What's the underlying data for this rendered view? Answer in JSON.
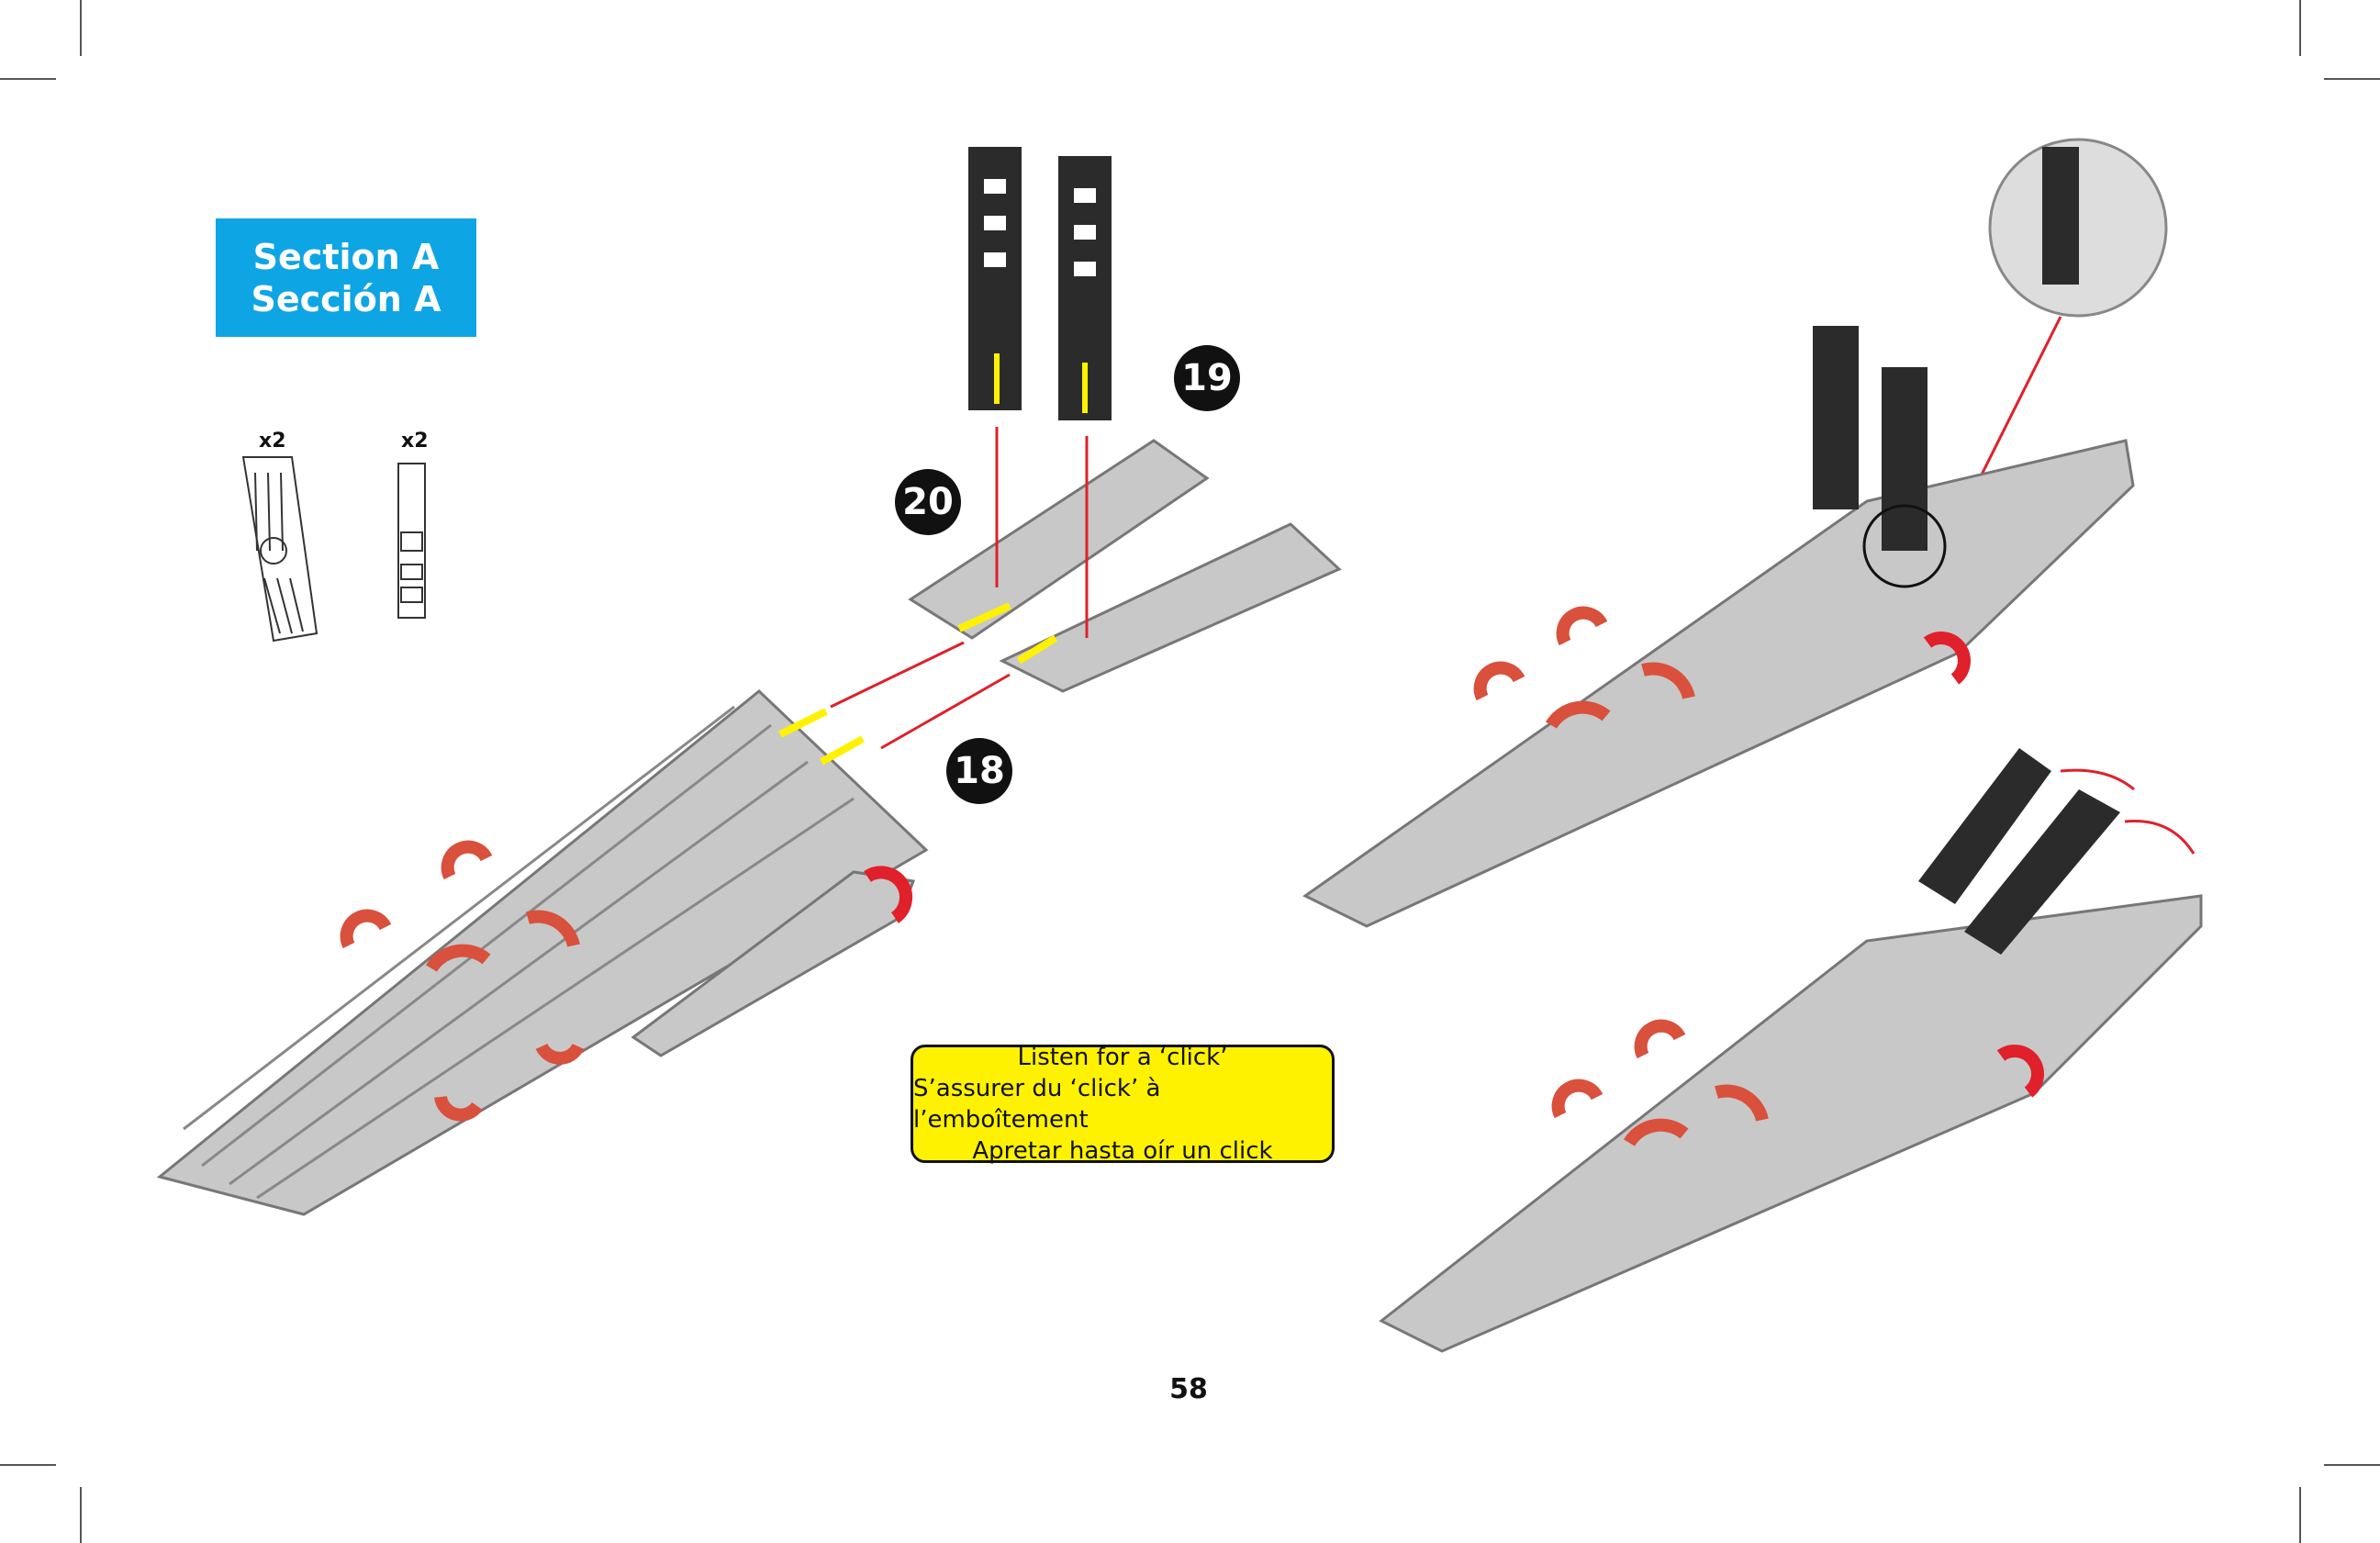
{
  "section": {
    "title_en": "Section A",
    "title_es": "Sección A"
  },
  "parts": [
    {
      "quantity": "x2",
      "name": "curved-track-piece"
    },
    {
      "quantity": "x2",
      "name": "connector-piece"
    }
  ],
  "steps": [
    "20",
    "19",
    "18"
  ],
  "note": {
    "line_en": "Listen for a ‘click’",
    "line_fr": "S’assurer du ‘click’ à l’emboîtement",
    "line_es": "Apretar hasta oír un click"
  },
  "page_number": "58",
  "colors": {
    "section_bg": "#0ea5e4",
    "note_bg": "#fff200",
    "arrow": "#e0202a",
    "track": "#c8c8c8",
    "connector": "#2b2b2b",
    "clip": "#d9503c"
  }
}
